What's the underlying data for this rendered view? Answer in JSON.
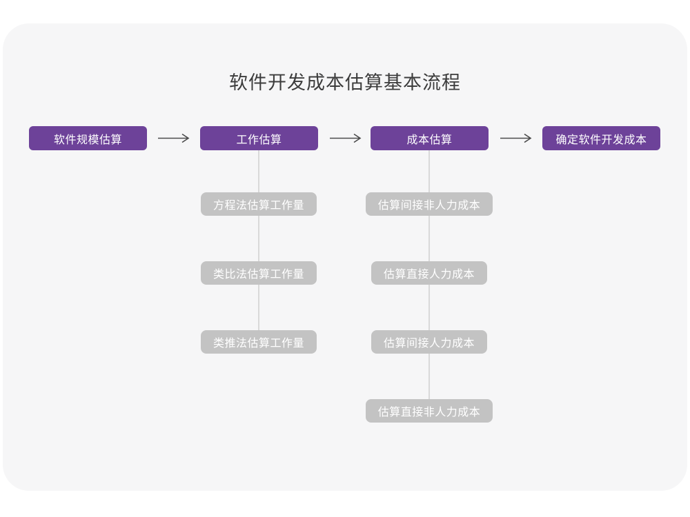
{
  "title": "软件开发成本估算基本流程",
  "colors": {
    "page_background": "#ffffff",
    "card_background": "#f6f6f7",
    "main_step_fill": "#6d4299",
    "sub_step_fill": "#c3c3c3",
    "connector_line": "#d9d9d9",
    "arrow": "#4a4a4a",
    "title_text": "#3c3c3c",
    "node_text": "#ffffff"
  },
  "flow": {
    "main_steps": [
      {
        "label": "软件规模估算",
        "sub_steps": []
      },
      {
        "label": "工作估算",
        "sub_steps": [
          "方程法估算工作量",
          "类比法估算工作量",
          "类推法估算工作量"
        ]
      },
      {
        "label": "成本估算",
        "sub_steps": [
          "估算间接非人力成本",
          "估算直接人力成本",
          "估算间接人力成本",
          "估算直接非人力成本"
        ]
      },
      {
        "label": "确定软件开发成本",
        "sub_steps": []
      }
    ],
    "arrow_glyph": "→"
  }
}
